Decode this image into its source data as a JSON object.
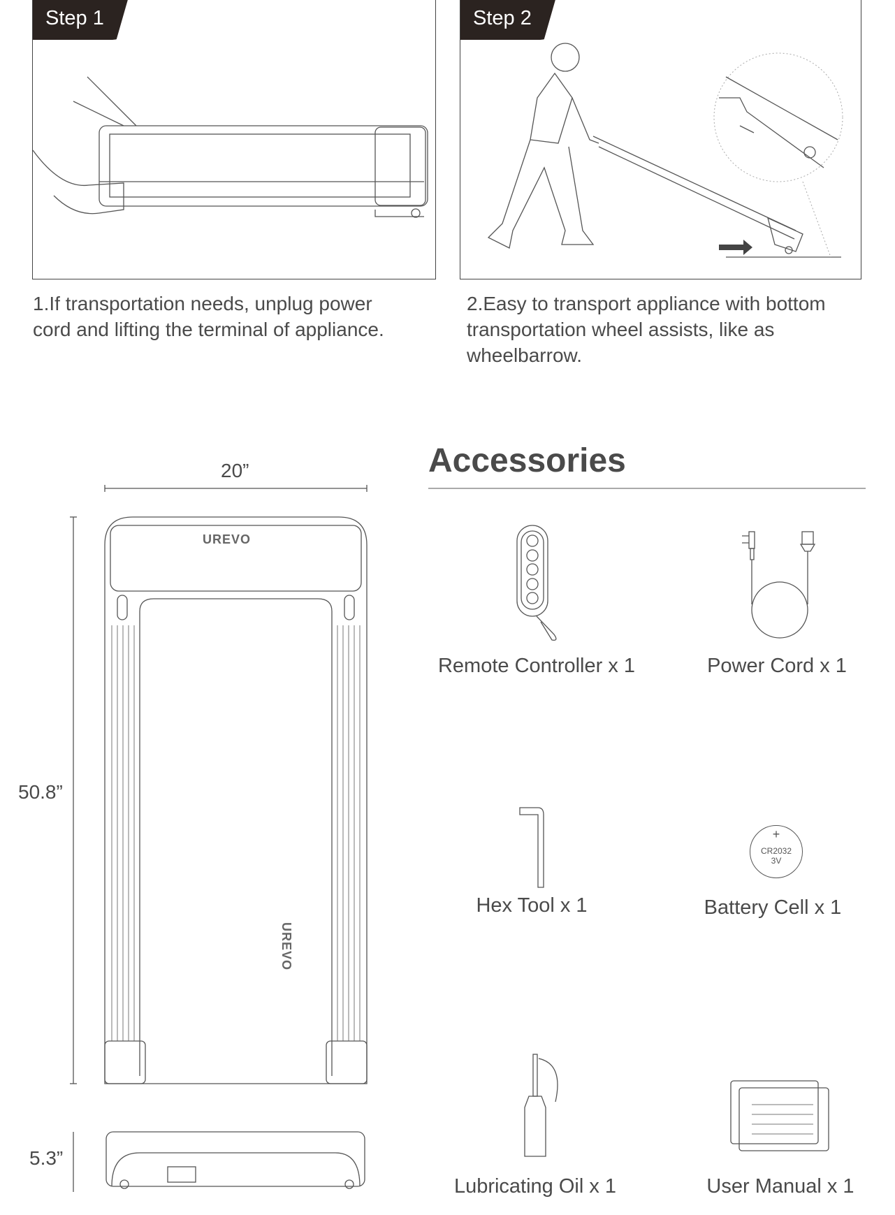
{
  "steps": [
    {
      "tag": "Step 1",
      "caption_lines": [
        "1.If transportation needs, unplug power",
        "cord and lifting the terminal of appliance."
      ]
    },
    {
      "tag": "Step 2",
      "caption_lines": [
        "2.Easy to transport appliance with bottom",
        "transportation wheel assists, like as",
        "wheelbarrow."
      ]
    }
  ],
  "dimensions": {
    "width": "20”",
    "length": "50.8”",
    "height": "5.3”"
  },
  "brand_logo": "UREVO",
  "accessories": {
    "title": "Accessories",
    "items": [
      {
        "label": "Remote Controller x 1",
        "icon": "remote-controller-icon"
      },
      {
        "label": "Power Cord x 1",
        "icon": "power-cord-icon"
      },
      {
        "label": "Hex Tool x 1",
        "icon": "hex-tool-icon"
      },
      {
        "label": "Battery Cell x 1",
        "icon": "battery-cell-icon",
        "battery_text": [
          "+",
          "CR2032",
          "3V"
        ]
      },
      {
        "label": "Lubricating Oil x 1",
        "icon": "lubricating-oil-icon"
      },
      {
        "label": "User Manual x 1",
        "icon": "user-manual-icon"
      }
    ]
  },
  "colors": {
    "text": "#4a4a4a",
    "tag_bg": "#2b2320"
  }
}
